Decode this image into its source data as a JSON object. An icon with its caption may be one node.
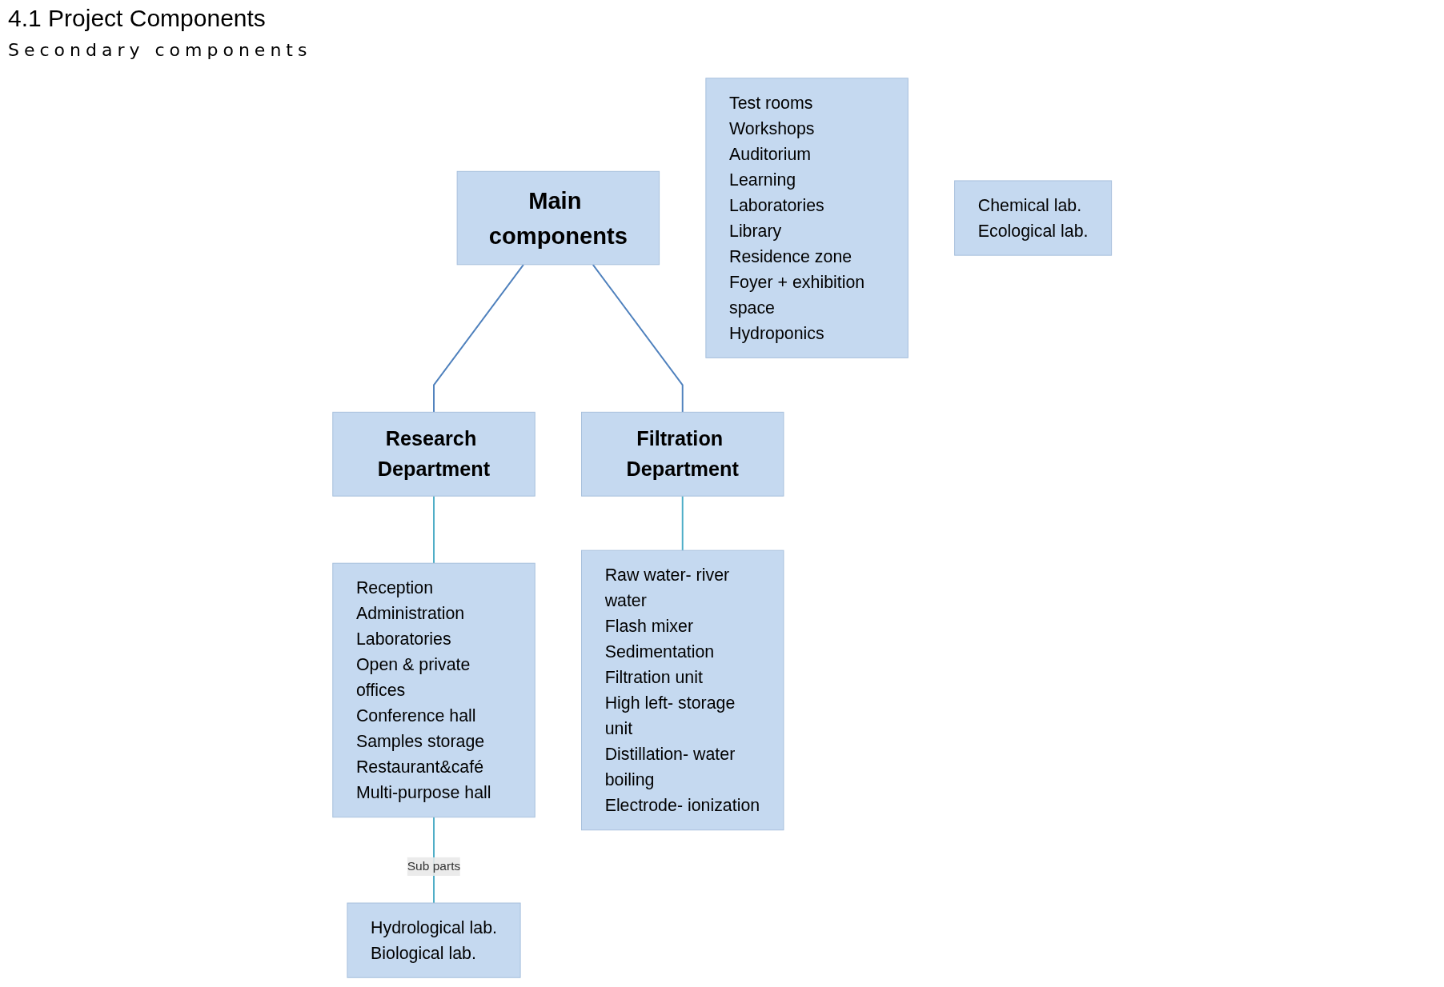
{
  "diagram": {
    "title": "4.1 Project Components",
    "nodes": [
      {
        "text": [
          "Main components"
        ]
      },
      {
        "text": [
          "Research Department"
        ]
      },
      {
        "text": [
          "Filtration Department"
        ]
      },
      {
        "text": [
          "Reception",
          "Administration",
          "Laboratories",
          "Open & private offices",
          "Conference hall",
          "Samples storage",
          "Restaurant&café",
          "Multi-purpose hall"
        ]
      },
      {
        "text": [
          "Test rooms",
          "Workshops",
          "Auditorium",
          "Learning Laboratories",
          "Library",
          "Residence zone",
          "Foyer + exhibition space",
          "Hydroponics"
        ]
      },
      {
        "text": [
          "Hydrological lab.",
          "Biological lab."
        ]
      },
      {
        "text": [
          "Chemical lab.",
          "Ecological lab."
        ]
      },
      {
        "text": [
          "Raw water- river water",
          "Flash mixer",
          "Sedimentation",
          "Filtration unit",
          "High left- storage unit",
          "Distillation- water boiling",
          "Electrode- ionization"
        ]
      }
    ],
    "edges": [
      {
        "from": 0,
        "to": 1,
        "arrow": "none",
        "color": "#4f81bd"
      },
      {
        "from": 0,
        "to": 2,
        "arrow": "none",
        "color": "#4f81bd"
      },
      {
        "from": 1,
        "to": 3,
        "arrow": "none"
      },
      {
        "from": 2,
        "to": 7,
        "arrow": "none"
      },
      {
        "from": 3,
        "to": 5,
        "arrow": "none",
        "label": "Sub parts"
      }
    ],
    "labels": [
      "Secondary components"
    ]
  }
}
